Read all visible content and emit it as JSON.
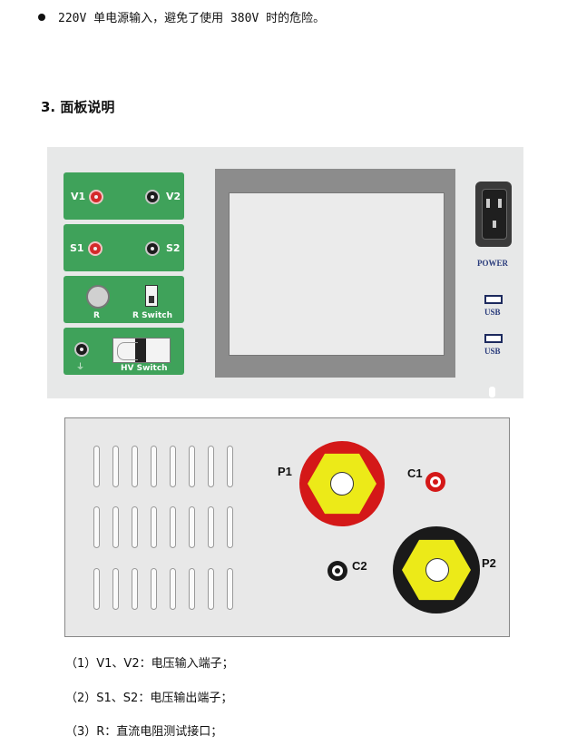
{
  "bullet_text": "220V 单电源输入，避免了使用 380V 时的危险。",
  "section_heading": "3. 面板说明",
  "front_panel": {
    "v1": "V1",
    "v2": "V2",
    "s1": "S1",
    "s2": "S2",
    "r": "R",
    "r_switch": "R Switch",
    "hv_switch": "HV Switch",
    "power": "POWER",
    "usb1": "USB",
    "usb2": "USB"
  },
  "rear_panel": {
    "p1": "P1",
    "p2": "P2",
    "c1": "C1",
    "c2": "C2"
  },
  "descriptions": [
    "（1）V1、V2：电压输入端子；",
    "（2）S1、S2：电压输出端子；",
    "（3）R：直流电阻测试接口；"
  ],
  "colors": {
    "panel_green": "#3fa25a",
    "terminal_red": "#d42a2a",
    "hex_yellow": "#ecea18",
    "label_blue": "#2a3c7c"
  }
}
